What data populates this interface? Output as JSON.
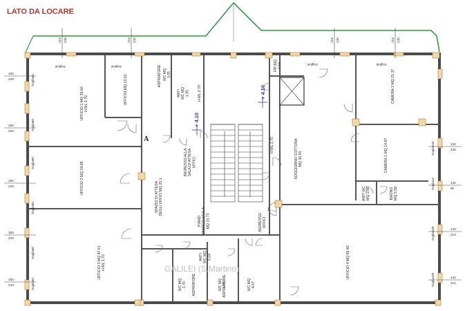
{
  "title": "LATO DA LOCARE",
  "marker_a": "A",
  "level_left": "+ 4.10",
  "level_right": "+ 4.10",
  "watermark": "GALILEI (S.Martino)",
  "colors": {
    "title": "#c0302a",
    "walls": "#4a4a4a",
    "green_line": "#2e9a3a",
    "level": "#3a3aa8"
  },
  "rooms": [
    {
      "id": "uff1",
      "lines": [
        "UFFICIO 1 MQ 29.60",
        "H ML 2.70"
      ]
    },
    {
      "id": "uff12",
      "lines": [
        "UFFICIO MQ 12.01"
      ]
    },
    {
      "id": "aspiratore1",
      "lines": [
        "ASPIRATORE"
      ]
    },
    {
      "id": "wc305",
      "lines": [
        "WC MQ",
        "3.05"
      ]
    },
    {
      "id": "anti",
      "lines": [
        "ANTI",
        "WC MQ",
        "1.95"
      ]
    },
    {
      "id": "hml_corr",
      "lines": [
        "H ML 2.70"
      ]
    },
    {
      "id": "uff2",
      "lines": [
        "UFFICIO 2 MQ 24.85"
      ]
    },
    {
      "id": "attesa",
      "lines": [
        "SPAZIO DI ATTESA",
        "DEGLI UFFICI MQ 20.1"
      ]
    },
    {
      "id": "ingresso_sala",
      "lines": [
        "INGRESSO ALLA",
        "SALA DI ATTESA",
        "UFFICI"
      ]
    },
    {
      "id": "piano",
      "lines": [
        "PIANO",
        "SBARCO SCALA",
        "MQ 15.73"
      ]
    },
    {
      "id": "ingresso_uff",
      "lines": [
        "INGRESSO",
        "UFFICI"
      ]
    },
    {
      "id": "uff3",
      "lines": [
        "UFFICIO 3 MQ 47.61",
        "H ML 2.70"
      ]
    },
    {
      "id": "wc376",
      "lines": [
        "WC MQ",
        "3.76"
      ]
    },
    {
      "id": "aspiratore2",
      "lines": [
        "ASPIRATORE"
      ]
    },
    {
      "id": "anti564",
      "lines": [
        "ANTI",
        "WC MQ",
        "5.64"
      ]
    },
    {
      "id": "wc176",
      "lines": [
        "WC MQ",
        "1.76"
      ]
    },
    {
      "id": "aspiratore3",
      "lines": [
        "ASPIRATORE"
      ]
    },
    {
      "id": "wc467",
      "lines": [
        "WC MQ",
        "4.67"
      ]
    },
    {
      "id": "ripmq",
      "lines": [
        "RIP.MQ",
        "2.16"
      ]
    },
    {
      "id": "hml_mid",
      "lines": [
        "H ML 2.70"
      ]
    },
    {
      "id": "soggiorno",
      "lines": [
        "SOGGIORNO COTTURA",
        "MQ 36.50"
      ]
    },
    {
      "id": "camera2",
      "lines": [
        "CAMERA 2 MQ 21.37"
      ]
    },
    {
      "id": "camera1",
      "lines": [
        "CAMERA 1 MQ 14.87"
      ]
    },
    {
      "id": "antiwc",
      "lines": [
        "ANTI WC",
        "MQ 2.60"
      ]
    },
    {
      "id": "bagno",
      "lines": [
        "BAGNO",
        "MQ 5.58"
      ]
    },
    {
      "id": "uff4",
      "lines": [
        "UFFICIO 4 MQ 56.40"
      ]
    }
  ],
  "dims_left": [
    {
      "a": "150",
      "b": "240"
    },
    {
      "a": "150",
      "b": "220"
    },
    {
      "a": "150",
      "b": "240"
    },
    {
      "a": "150",
      "b": "220"
    },
    {
      "a": "150",
      "b": "240"
    }
  ],
  "dims_right": [
    {
      "a": "140",
      "b": "226"
    },
    {
      "a": "140",
      "b": "60"
    },
    {
      "a": "140",
      "b": "212"
    },
    {
      "a": "140",
      "b": "212"
    }
  ],
  "dims_top": [
    {
      "a": "218",
      "b": "240"
    },
    {
      "a": "218",
      "b": "240"
    },
    {
      "a": "218",
      "b": "240"
    },
    {
      "a": "218",
      "b": "240"
    }
  ],
  "soglie_top": [
    "Soglia0",
    "Soglia0",
    "Soglia0",
    "Soglia0"
  ],
  "soglie_left": [
    "Soglia90",
    "Soglia90",
    "Soglia90",
    "Soglia90",
    "Soglia90",
    "Soglia90"
  ],
  "soglie_right": [
    "Soglia100",
    "Soglia10",
    "Soglia100",
    "Soglia100"
  ]
}
